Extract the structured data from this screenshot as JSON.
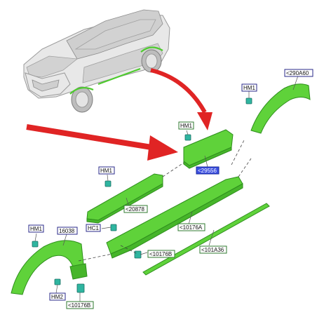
{
  "labels": {
    "hm1_top": "HM1",
    "part_290a60": "<290A60",
    "hm1_mid": "HM1",
    "part_29556": "<29556",
    "hm1_left": "HM1",
    "part_20878": "<20878",
    "hm1_bottom": "HM1",
    "part_16038": "16038",
    "hc1": "HC1",
    "part_10176a": "<10176A",
    "part_10176b_mid": "<10176B",
    "part_101a36": "<101A36",
    "hm2": "HM2",
    "part_10176b_bottom": "<10176B"
  },
  "colors": {
    "part_fill": "#5fd23a",
    "arrow_red": "#e02424",
    "label_highlight": "#3b4fe0",
    "clip": "#2fb5a0"
  }
}
